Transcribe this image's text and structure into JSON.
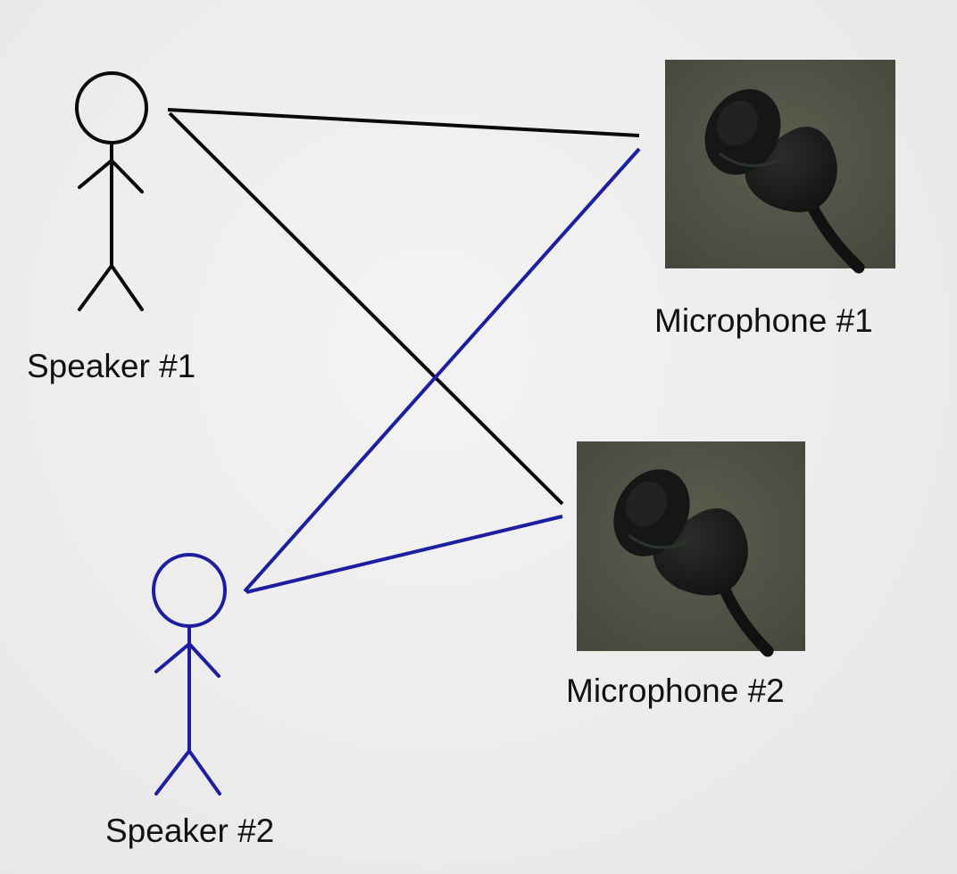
{
  "speakers": [
    {
      "label": "Speaker #1",
      "color": "#0a0a0a"
    },
    {
      "label": "Speaker #2",
      "color": "#1c1fa0"
    }
  ],
  "microphones": [
    {
      "label": "Microphone #1"
    },
    {
      "label": "Microphone #2"
    }
  ],
  "paths": [
    {
      "from": "Speaker #1",
      "to": "Microphone #1",
      "color": "#0a0a0a"
    },
    {
      "from": "Speaker #1",
      "to": "Microphone #2",
      "color": "#0a0a0a"
    },
    {
      "from": "Speaker #2",
      "to": "Microphone #1",
      "color": "#1c1fa0"
    },
    {
      "from": "Speaker #2",
      "to": "Microphone #2",
      "color": "#1c1fa0"
    }
  ]
}
